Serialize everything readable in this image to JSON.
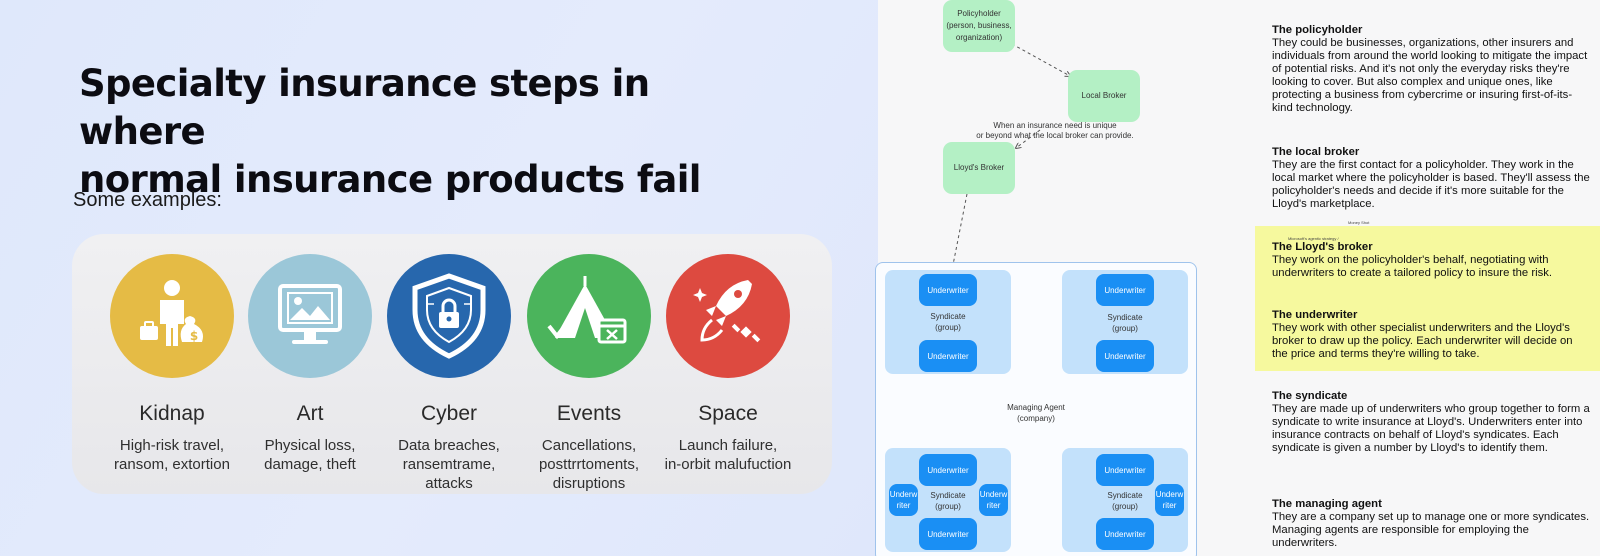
{
  "slide": {
    "title_line1": "Specialty insurance steps in where",
    "title_line2": "normal insurance products fail",
    "examples_label": "Some examples:",
    "items": [
      {
        "name": "Kidnap",
        "desc_line1": "High-risk travel,",
        "desc_line2": "ransom, extortion",
        "desc_line3": "",
        "icon": "kidnap-money-bag-icon",
        "color": "#e5bb45"
      },
      {
        "name": "Art",
        "desc_line1": "Physical loss,",
        "desc_line2": "damage, theft",
        "desc_line3": "",
        "icon": "art-picture-monitor-icon",
        "color": "#9bc7d8"
      },
      {
        "name": "Cyber",
        "desc_line1": "Data breaches,",
        "desc_line2": "ransemtrame,",
        "desc_line3": "attacks",
        "icon": "cyber-shield-lock-icon",
        "color": "#2767ad"
      },
      {
        "name": "Events",
        "desc_line1": "Cancellations,",
        "desc_line2": "posttrrtoments,",
        "desc_line3": "disruptions",
        "icon": "events-tent-calendar-icon",
        "color": "#4bb45c"
      },
      {
        "name": "Space",
        "desc_line1": "Launch failure,",
        "desc_line2": "in-orbit malufuction",
        "desc_line3": "",
        "icon": "space-rocket-satellite-icon",
        "color": "#dd4a40"
      }
    ]
  },
  "diagram": {
    "policyholder_line1": "Policyholder",
    "policyholder_line2": "(person, business,",
    "policyholder_line3": "organization)",
    "local_broker": "Local Broker",
    "note_line1": "When an insurance need is unique",
    "note_line2": "or beyond what the local broker can provide.",
    "lloyds_broker": "Lloyd's Broker",
    "underwriter": "Underwriter",
    "underwriter_split_1": "Underw",
    "underwriter_split_2": "riter",
    "syndicate_line1": "Syndicate",
    "syndicate_line2": "(group)",
    "managing_agent_line1": "Managing Agent",
    "managing_agent_line2": "(company)",
    "tiny_note1": "Money Shot",
    "tiny_note2": "Microsoft's agentic strategy /"
  },
  "explainer": {
    "sections": [
      {
        "heading": "The policyholder",
        "body": "They could be businesses, organizations, other insurers and individuals from around the world looking to mitigate the impact of potential risks. And it's not only the everyday risks they're looking to cover. But also complex and unique ones, like protecting a business from cybercrime or insuring first-of-its-kind technology."
      },
      {
        "heading": "The local broker",
        "body": "They are the first contact for a policyholder. They work in the local market where the policyholder is based. They'll assess the policyholder's needs and decide if it's more suitable for the Lloyd's marketplace."
      },
      {
        "heading": "The Lloyd's broker",
        "body": "They work on the policyholder's behalf, negotiating with underwriters to create a tailored policy to insure the risk."
      },
      {
        "heading": "The underwriter",
        "body": "They work with other specialist underwriters and the Lloyd's broker to draw up the policy. Each underwriter will decide on the price and terms they're willing to take."
      },
      {
        "heading": "The syndicate",
        "body": "They are made up of underwriters who group together to form a syndicate to write insurance at Lloyd's. Underwriters enter into insurance contracts on behalf of Lloyd's syndicates. Each syndicate is given a number by Lloyd's to identify them."
      },
      {
        "heading": "The managing agent",
        "body": "They are a company set up to manage one or more syndicates. Managing agents are responsible for employing the underwriters."
      }
    ],
    "highlight_color": "#f6f99e"
  }
}
